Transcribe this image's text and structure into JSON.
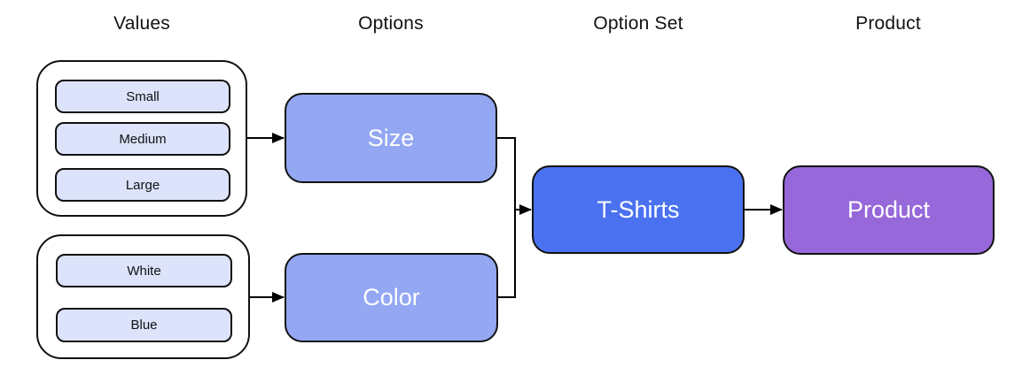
{
  "diagram": {
    "columns": {
      "values": "Values",
      "options": "Options",
      "option_set": "Option Set",
      "product": "Product"
    },
    "value_groups": [
      {
        "name": "size-values",
        "items": [
          "Small",
          "Medium",
          "Large"
        ]
      },
      {
        "name": "color-values",
        "items": [
          "White",
          "Blue"
        ]
      }
    ],
    "options": [
      {
        "label": "Size"
      },
      {
        "label": "Color"
      }
    ],
    "option_set": {
      "label": "T-Shirts"
    },
    "product": {
      "label": "Product"
    },
    "colors": {
      "value_box_fill": "#dce3fb",
      "option_fill": "#93a7f2",
      "option_set_fill": "#4a72f0",
      "product_fill": "#9668d9",
      "node_text": "#ffffff",
      "border": "#111111",
      "arrow": "#000000",
      "background": "#ffffff"
    }
  }
}
